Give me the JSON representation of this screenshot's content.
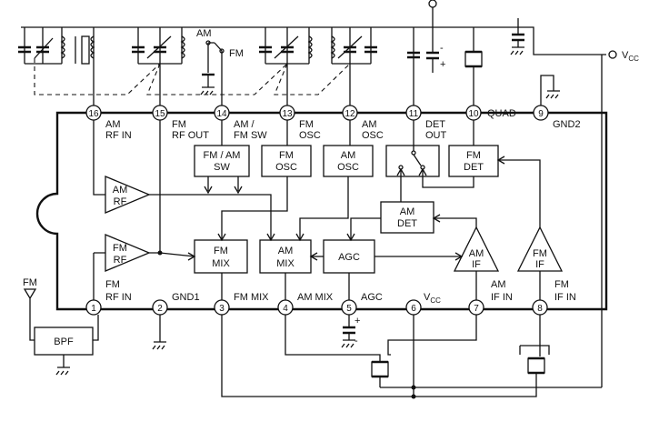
{
  "pins": [
    {
      "num": "1",
      "label1": "FM",
      "label2": "RF IN"
    },
    {
      "num": "2",
      "label1": "GND1",
      "label2": ""
    },
    {
      "num": "3",
      "label1": "FM  MIX",
      "label2": ""
    },
    {
      "num": "4",
      "label1": "AM  MIX",
      "label2": ""
    },
    {
      "num": "5",
      "label1": "AGC",
      "label2": ""
    },
    {
      "num": "6",
      "label1": "V",
      "label2": "CC"
    },
    {
      "num": "7",
      "label1": "AM",
      "label2": "IF IN"
    },
    {
      "num": "8",
      "label1": "FM",
      "label2": "IF IN"
    },
    {
      "num": "9",
      "label1": "GND2",
      "label2": ""
    },
    {
      "num": "10",
      "label1": "QUAD",
      "label2": ""
    },
    {
      "num": "11",
      "label1": "DET",
      "label2": "OUT"
    },
    {
      "num": "12",
      "label1": "AM",
      "label2": "OSC"
    },
    {
      "num": "13",
      "label1": "FM",
      "label2": "OSC"
    },
    {
      "num": "14",
      "label1": "AM /",
      "label2": "FM  SW"
    },
    {
      "num": "15",
      "label1": "FM",
      "label2": "RF  OUT"
    },
    {
      "num": "16",
      "label1": "AM",
      "label2": "RF IN"
    }
  ],
  "blocks": {
    "fm_am_sw": {
      "line1": "FM / AM",
      "line2": "SW"
    },
    "fm_osc": {
      "line1": "FM",
      "line2": "OSC"
    },
    "am_osc": {
      "line1": "AM",
      "line2": "OSC"
    },
    "fm_det": {
      "line1": "FM",
      "line2": "DET"
    },
    "am_det": {
      "line1": "AM",
      "line2": "DET"
    },
    "fm_mix": {
      "line1": "FM",
      "line2": "MIX"
    },
    "am_mix": {
      "line1": "AM",
      "line2": "MIX"
    },
    "agc": {
      "line1": "AGC"
    },
    "bpf": {
      "line1": "BPF"
    }
  },
  "amps": {
    "am_rf": {
      "line1": "AM",
      "line2": "RF"
    },
    "fm_rf": {
      "line1": "FM",
      "line2": "RF"
    },
    "am_if": {
      "line1": "AM",
      "line2": "IF"
    },
    "fm_if": {
      "line1": "FM",
      "line2": "IF"
    }
  },
  "external": {
    "switch_am": "AM",
    "switch_fm": "FM",
    "antenna": "FM",
    "vcc_main": "V",
    "vcc_sub": "CC",
    "plus": "+",
    "minus": "-"
  }
}
